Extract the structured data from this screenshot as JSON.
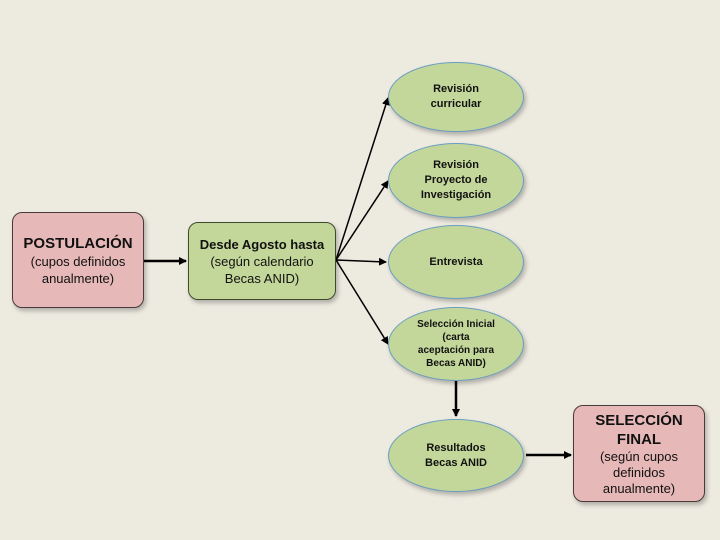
{
  "nodes": {
    "postulacion": {
      "title": "POSTULACIÓN",
      "subtitle": "(cupos definidos\nanualmente)"
    },
    "desde_agosto": {
      "title": "Desde Agosto hasta",
      "subtitle": "(según calendario\nBecas ANID)"
    },
    "revision_curricular": {
      "label": "Revisión\ncurricular"
    },
    "revision_proyecto": {
      "label": "Revisión\nProyecto de\nInvestigación"
    },
    "entrevista": {
      "label": "Entrevista"
    },
    "seleccion_inicial": {
      "label": "Selección Inicial\n(carta\naceptación para\nBecas ANID)"
    },
    "resultados": {
      "label": "Resultados\nBecas ANID"
    },
    "seleccion_final": {
      "title": "SELECCIÓN\nFINAL",
      "subtitle": "(según cupos\ndefinidos\nanualmente)"
    }
  },
  "colors": {
    "pink_fill": "#e6b9b8",
    "green_fill": "#c4d79b",
    "background": "#edeae0",
    "arrow": "#000000"
  }
}
